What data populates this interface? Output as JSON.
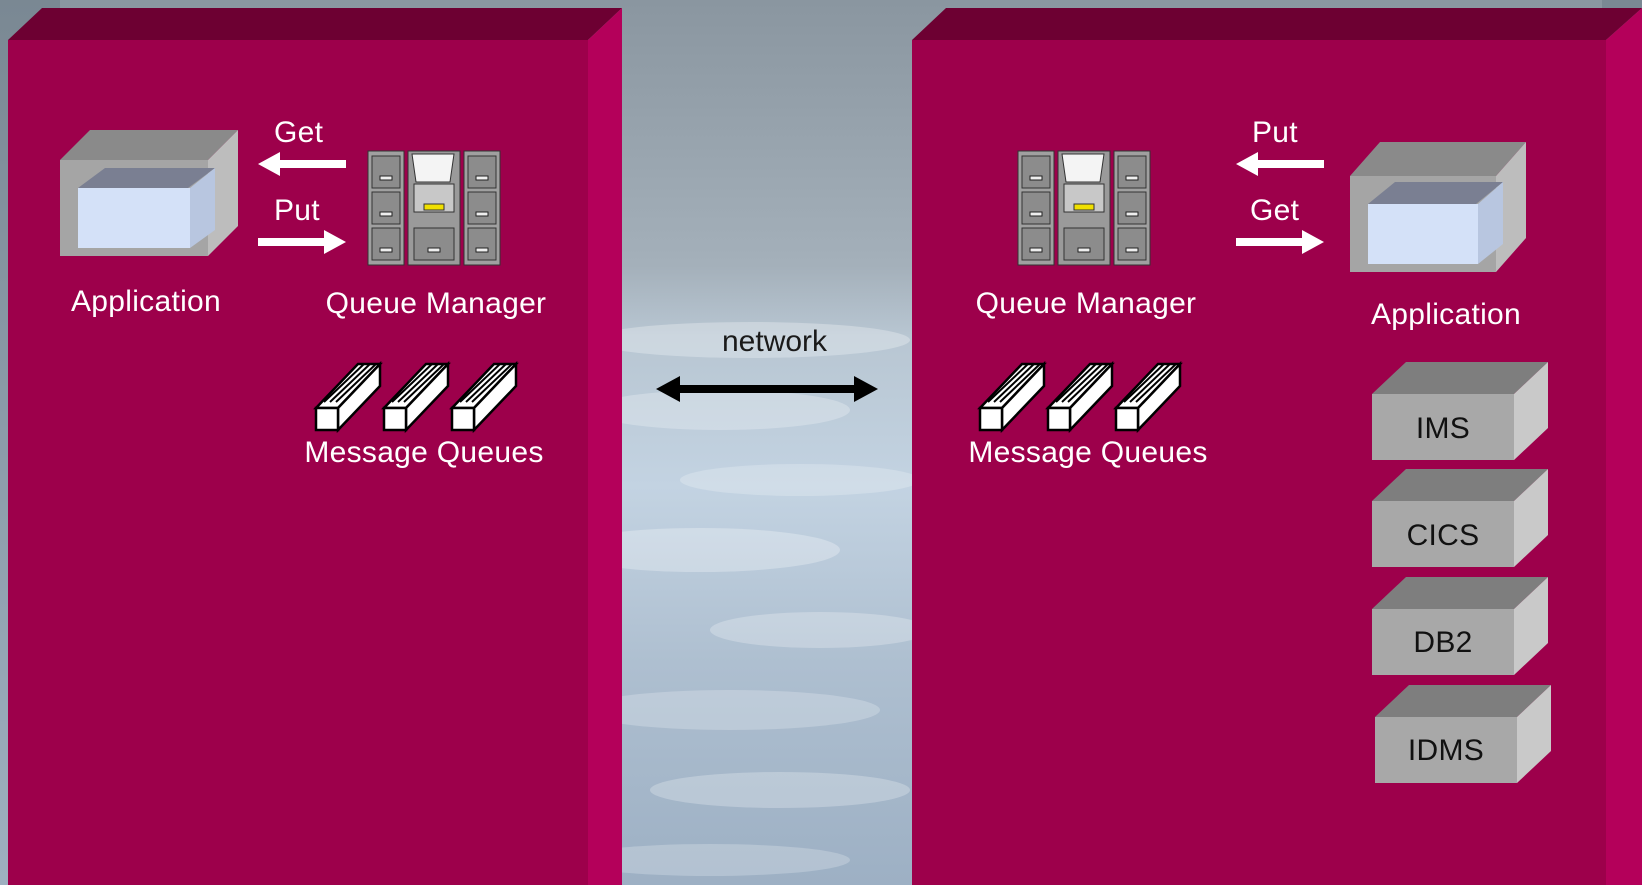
{
  "left_panel": {
    "application_label": "Application",
    "queue_manager_label": "Queue Manager",
    "message_queues_label": "Message Queues",
    "arrow_top_label": "Get",
    "arrow_bottom_label": "Put"
  },
  "right_panel": {
    "application_label": "Application",
    "queue_manager_label": "Queue Manager",
    "message_queues_label": "Message Queues",
    "arrow_top_label": "Put",
    "arrow_bottom_label": "Get",
    "systems": [
      "IMS",
      "CICS",
      "DB2",
      "IDMS"
    ]
  },
  "network_label": "network",
  "colors": {
    "panel_front": "#9d004b",
    "panel_top": "#6d0032",
    "panel_side": "#b4005a",
    "box_gray": "#a8a8a8",
    "screen_blue": "#d4e1f8"
  }
}
